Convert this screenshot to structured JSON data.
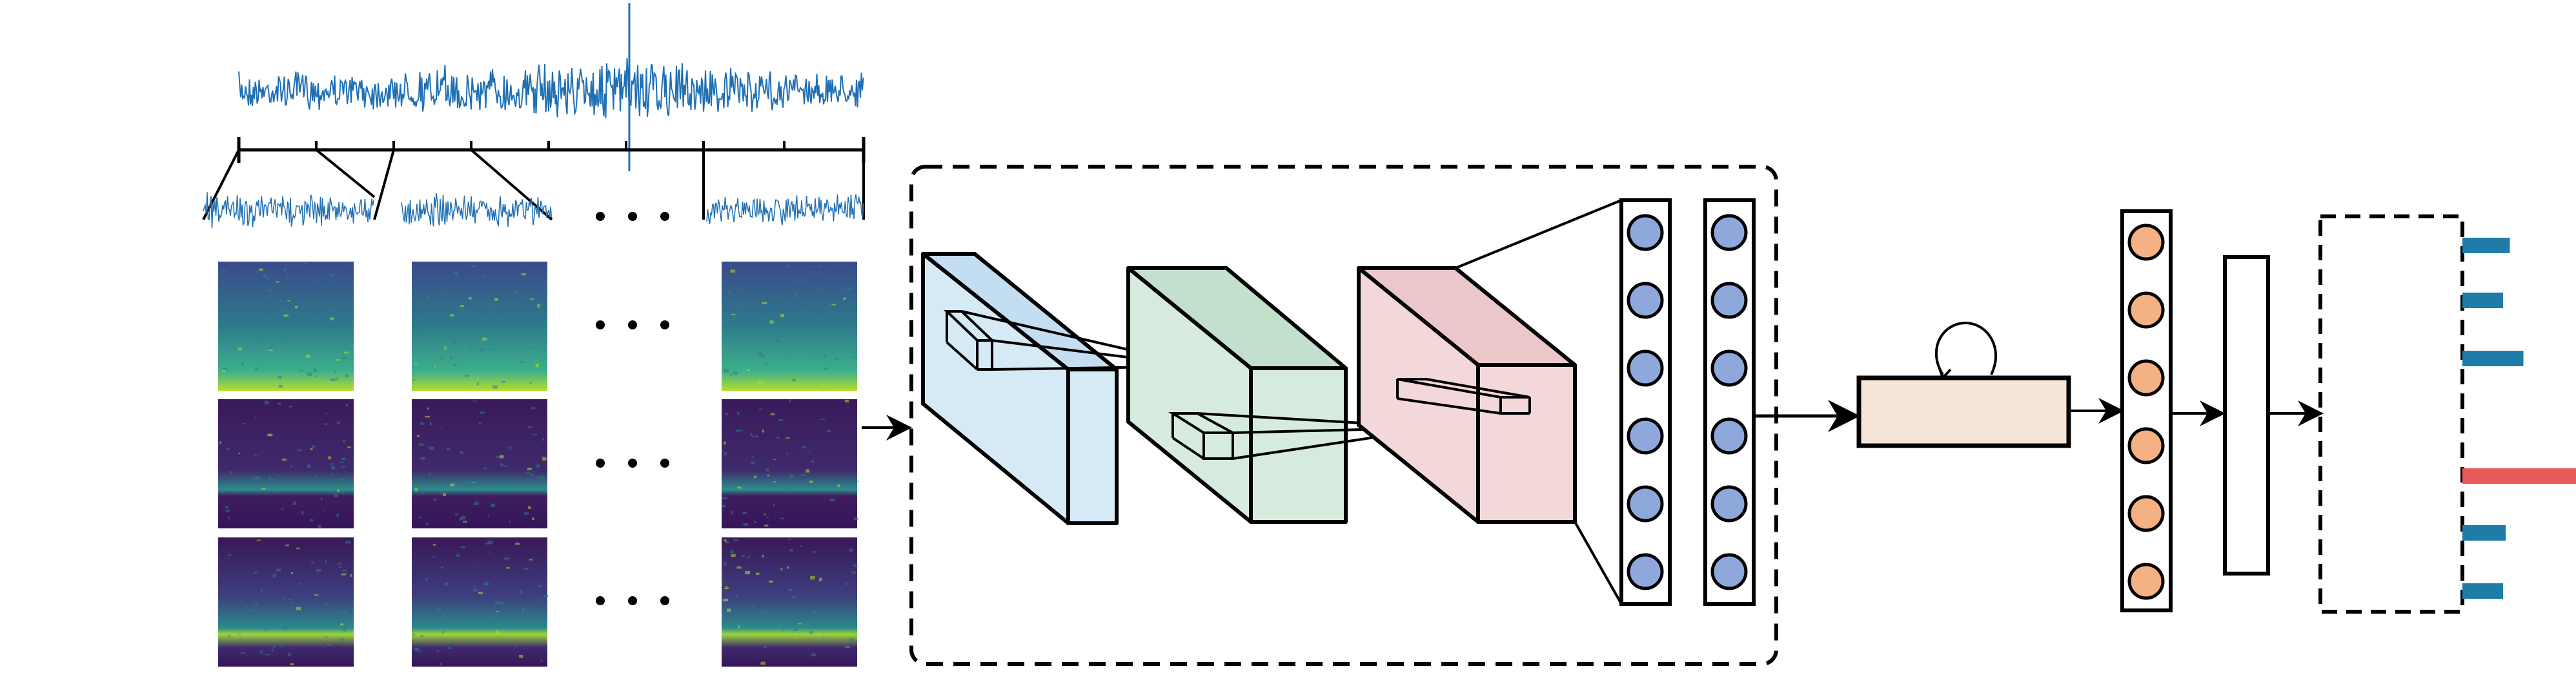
{
  "diagram": {
    "colors": {
      "signal": "#1f6fb4",
      "spectrogram_bg": "#3b1656",
      "spectrogram_mid": "#2e7c8c",
      "spectrogram_hi": "#b7dd2a",
      "conv_blue": "#d6eaf6",
      "conv_green": "#d6ebdd",
      "conv_pink": "#f3d8da",
      "node_blue": "#8fa8dc",
      "node_orange": "#f4b183",
      "lstm_fill": "#f4e5d8",
      "output_bar": "#1f7ca8",
      "output_bar_top": "#e85a5a",
      "stroke": "#000000"
    },
    "icons": [
      "ellipsis-icon",
      "arrow-right-icon",
      "recurrent-loop-icon"
    ],
    "output_scores": [
      0.35,
      0.3,
      0.45,
      1.0,
      0.32,
      0.3
    ]
  }
}
